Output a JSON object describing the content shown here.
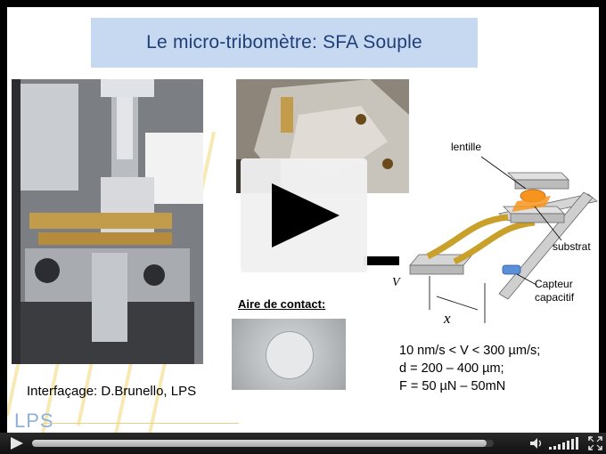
{
  "slide": {
    "title": "Le micro-tribomètre: SFA Souple",
    "contact_label": "Aire de contact:",
    "credit": "Interfaçage: D.Brunello, LPS",
    "logo_text": "LPS",
    "diagram": {
      "label_lentille": "lentille",
      "label_substrat": "substrat",
      "label_capteur_1": "Capteur",
      "label_capteur_2": "capacitif",
      "label_v": "V",
      "label_x": "x"
    },
    "specs": [
      "10 nm/s < V < 300 µm/s;",
      "d = 200 – 400 µm;",
      "F = 50 µN – 50mN"
    ]
  },
  "player": {
    "progress_fraction": 0.985,
    "colors": {
      "title_bg": "#c6d9f0",
      "title_text": "#1f3e7a",
      "bar_bg": "#111111",
      "accent_orange": "#f7941d",
      "tape_gold": "#c8a02a"
    }
  }
}
